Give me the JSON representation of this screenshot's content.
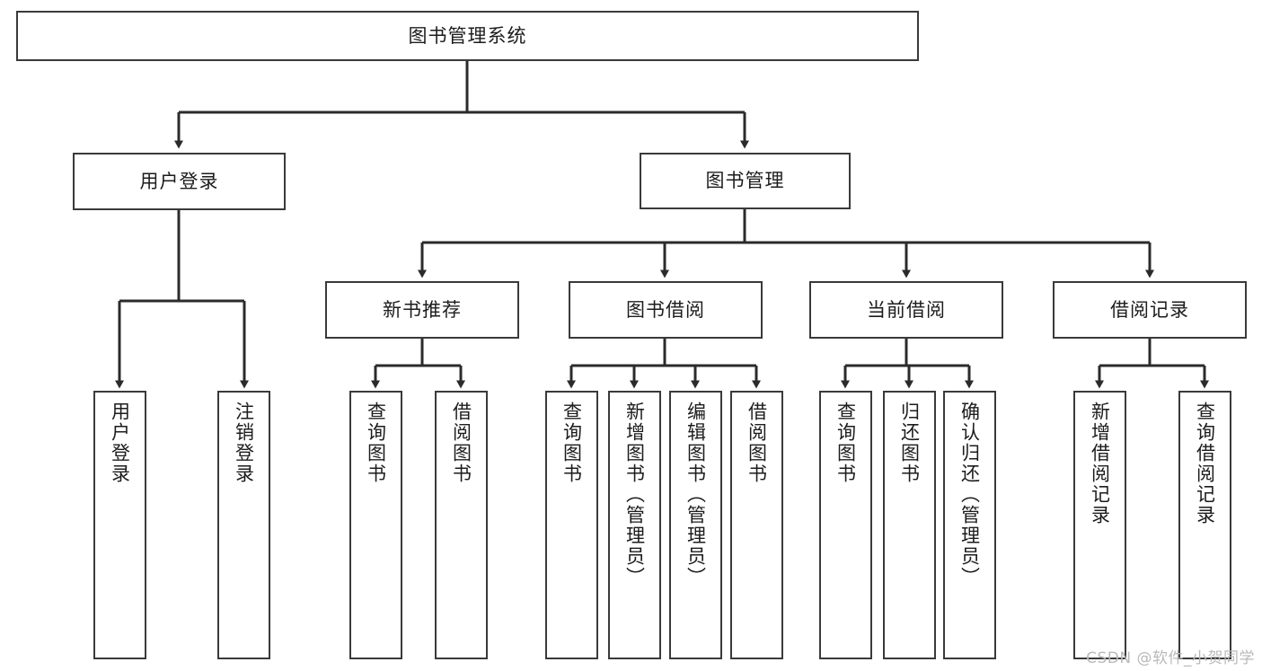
{
  "diagram": {
    "title_node": {
      "label": "图书管理系统"
    },
    "level1": [
      {
        "label": "用户登录"
      },
      {
        "label": "图书管理"
      }
    ],
    "level2": [
      {
        "label": "新书推荐"
      },
      {
        "label": "图书借阅"
      },
      {
        "label": "当前借阅"
      },
      {
        "label": "借阅记录"
      }
    ],
    "leaves": {
      "user_login": [
        {
          "label": "用户登录"
        },
        {
          "label": "注销登录"
        }
      ],
      "new_book": [
        {
          "label": "查询图书"
        },
        {
          "label": "借阅图书"
        }
      ],
      "book_borrow": [
        {
          "label": "查询图书"
        },
        {
          "label": "新增图书（管理员）"
        },
        {
          "label": "编辑图书（管理员）"
        },
        {
          "label": "借阅图书"
        }
      ],
      "current_borrow": [
        {
          "label": "查询图书"
        },
        {
          "label": "归还图书"
        },
        {
          "label": "确认归还（管理员）"
        }
      ],
      "borrow_record": [
        {
          "label": "新增借阅记录"
        },
        {
          "label": "查询借阅记录"
        }
      ]
    }
  },
  "watermark": {
    "text": "CSDN @软件_小贺同学"
  },
  "colors": {
    "border": "#3a3a3a",
    "text": "#1c1c1c",
    "background": "#ffffff",
    "watermark": "#b9b9b9"
  }
}
